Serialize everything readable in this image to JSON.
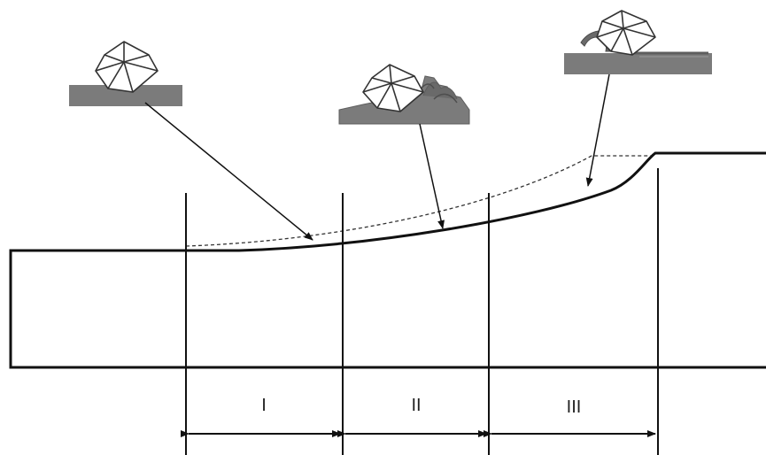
{
  "colors": {
    "line": "#111111",
    "plate": "#7b7b7b",
    "plate_dark": "#5e5e5e",
    "diamond_stroke": "#333333",
    "background": "#ffffff"
  },
  "regions": [
    {
      "label": "I"
    },
    {
      "label": "II"
    },
    {
      "label": "III"
    }
  ],
  "icons": [
    "diamond-tool-icon",
    "plowed-surface-icon",
    "chip-formation-icon"
  ]
}
